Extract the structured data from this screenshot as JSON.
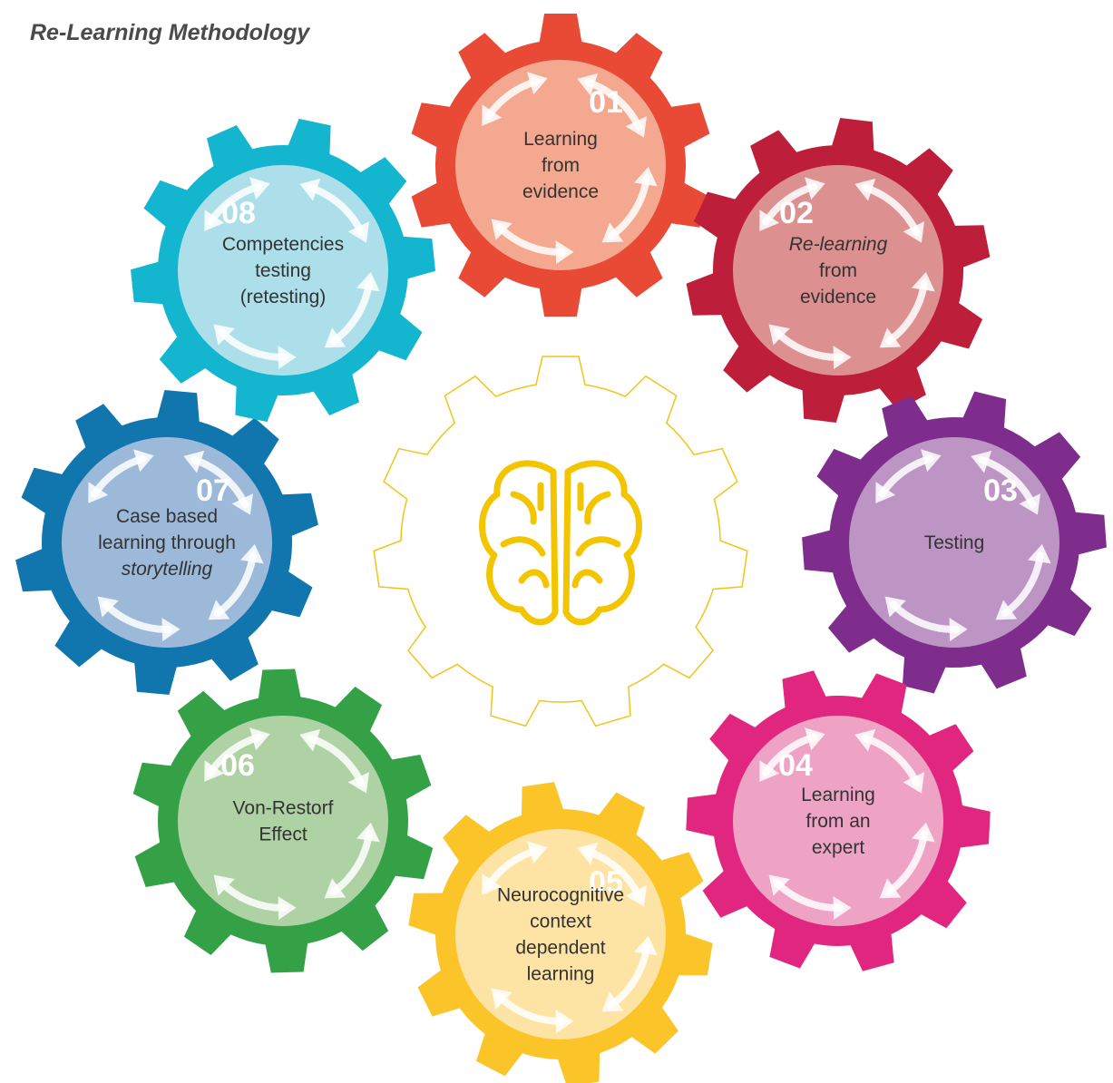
{
  "title": "Re-Learning Methodology",
  "center": {
    "icon": "brain-icon",
    "gear_color": "#f0c419",
    "brain_color": "#f2c500"
  },
  "steps": [
    {
      "number": "01",
      "lines": [
        {
          "text": "Learning"
        },
        {
          "text": "from"
        },
        {
          "text": "evidence"
        }
      ],
      "color": "#e84a35",
      "inner": "#f4a890",
      "icon": "cycle-arrows-icon"
    },
    {
      "number": "02",
      "lines": [
        {
          "text": "Re-learning",
          "italic": true
        },
        {
          "text": "from"
        },
        {
          "text": "evidence"
        }
      ],
      "color": "#bd1e3a",
      "inner": "#dc9090",
      "icon": "cycle-arrows-icon"
    },
    {
      "number": "03",
      "lines": [
        {
          "text": "Testing"
        }
      ],
      "color": "#7e2d8c",
      "inner": "#bd95c5",
      "icon": "cycle-arrows-icon"
    },
    {
      "number": "04",
      "lines": [
        {
          "text": "Learning"
        },
        {
          "text": "from an"
        },
        {
          "text": "expert"
        }
      ],
      "color": "#e0267e",
      "inner": "#eea3c5",
      "icon": "cycle-arrows-icon"
    },
    {
      "number": "05",
      "lines": [
        {
          "text": "Neurocognitive"
        },
        {
          "text": "context"
        },
        {
          "text": "dependent"
        },
        {
          "text": "learning"
        }
      ],
      "color": "#fbc52a",
      "inner": "#fde3a4",
      "icon": "cycle-arrows-icon"
    },
    {
      "number": "06",
      "lines": [
        {
          "text": "Von-Restorf"
        },
        {
          "text": "Effect"
        }
      ],
      "color": "#35a147",
      "inner": "#aed2a4",
      "icon": "cycle-arrows-icon"
    },
    {
      "number": "07",
      "lines": [
        {
          "text": "Case based"
        },
        {
          "text": "learning through"
        },
        {
          "text": "storytelling",
          "italic": true
        }
      ],
      "color": "#1176ae",
      "inner": "#9db9d9",
      "icon": "cycle-arrows-icon"
    },
    {
      "number": "08",
      "lines": [
        {
          "text": "Competencies"
        },
        {
          "text": "testing"
        },
        {
          "text": "(retesting)"
        }
      ],
      "color": "#13b5cf",
      "inner": "#addfea",
      "icon": "cycle-arrows-icon"
    }
  ]
}
